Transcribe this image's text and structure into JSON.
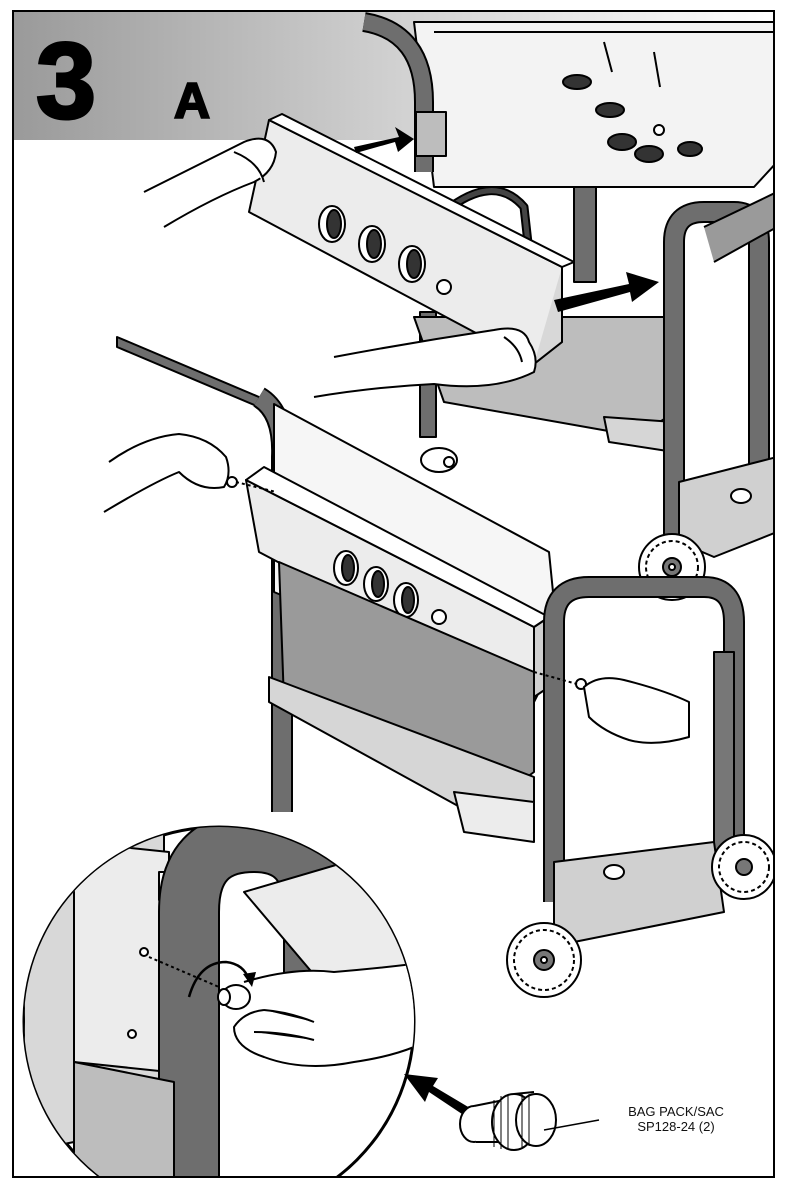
{
  "step": {
    "number": "3",
    "letter": "A"
  },
  "part_callout": {
    "name": "BAG PACK/SAC",
    "code": "SP128-24 (2)"
  },
  "colors": {
    "frame_tube": "#6e6e6e",
    "panel": "#ececec",
    "shadow": "#bdbdbd",
    "header_gradient_start": "#9a9a9a",
    "outline": "#000000"
  },
  "icons": [
    "hand-icon",
    "arrow-icon",
    "knob-icon",
    "wheel-icon",
    "thumbscrew-icon",
    "rotate-arrow-icon"
  ]
}
